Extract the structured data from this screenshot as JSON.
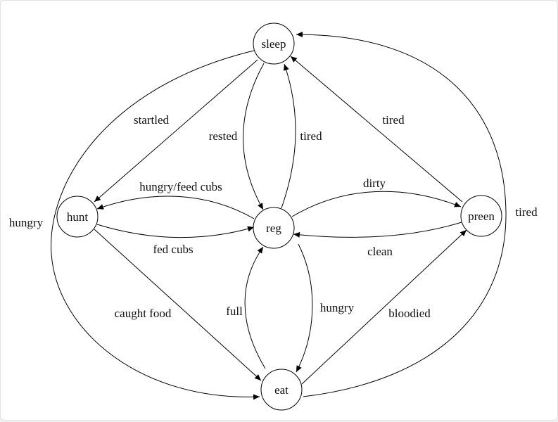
{
  "diagram": {
    "nodes": {
      "sleep": "sleep",
      "hunt": "hunt",
      "reg": "reg",
      "preen": "preen",
      "eat": "eat"
    },
    "edges": {
      "startled": "startled",
      "rested": "rested",
      "tired_reg_sleep": "tired",
      "tired_preen_sleep": "tired",
      "hungry_feed_cubs": "hungry/feed cubs",
      "dirty": "dirty",
      "hungry_outer": "hungry",
      "fed_cubs": "fed cubs",
      "clean": "clean",
      "tired_outer": "tired",
      "caught_food": "caught food",
      "full": "full",
      "hungry_reg_eat": "hungry",
      "bloodied": "bloodied"
    }
  }
}
